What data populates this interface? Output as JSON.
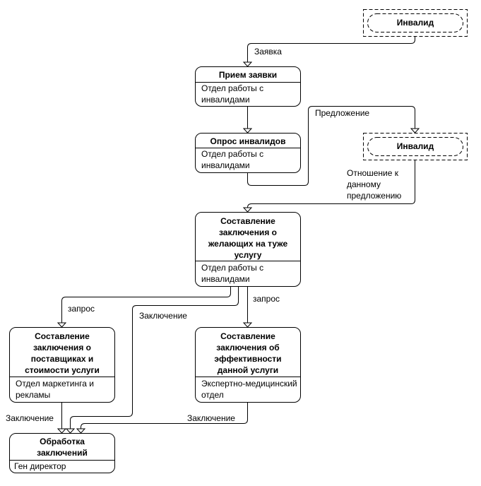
{
  "external_entities": [
    {
      "label": "Инвалид"
    },
    {
      "label": "Инвалид"
    }
  ],
  "processes": [
    {
      "title": "Прием заявки",
      "performer": "Отдел работы с инвалидами"
    },
    {
      "title": "Опрос инвалидов",
      "performer": "Отдел работы с инвалидами"
    },
    {
      "title": "Составление заключения о желающих на туже услугу",
      "performer": "Отдел работы с инвалидами"
    },
    {
      "title": "Составление заключения о поставщиках и стоимости услуги",
      "performer": "Отдел маркетинга и рекламы"
    },
    {
      "title": "Составление заключения об эффективности данной услуги",
      "performer": "Экспертно-медицинский  отдел"
    },
    {
      "title": "Обработка заключений",
      "performer": "Ген директор"
    }
  ],
  "flows": [
    {
      "label": "Заявка"
    },
    {
      "label": "Предложение"
    },
    {
      "label": "Отношение к данному предложению"
    },
    {
      "label": "запрос"
    },
    {
      "label": "Заключение"
    },
    {
      "label": "запрос"
    },
    {
      "label": "Заключение"
    },
    {
      "label": "Заключение"
    }
  ],
  "colors": {
    "stroke": "#000000",
    "background": "#ffffff"
  }
}
